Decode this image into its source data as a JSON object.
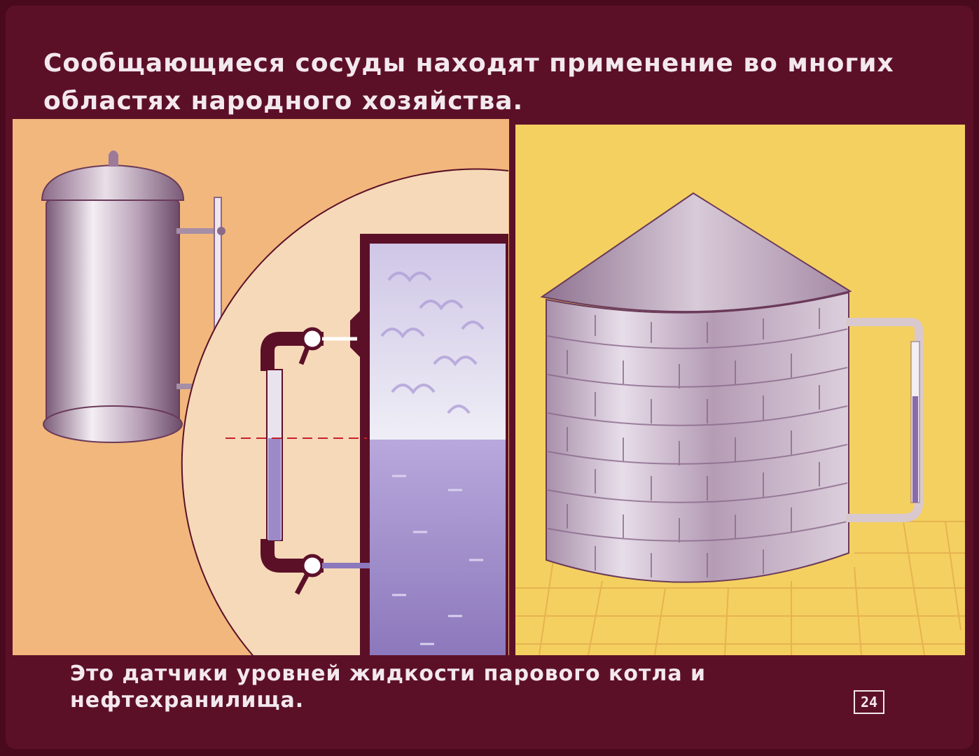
{
  "slide": {
    "title": "Сообщающиеся сосуды находят применение во многих областях народного хозяйства.",
    "caption": "Это датчики уровней жидкости парового котла и нефтехранилища.",
    "page_number": "24"
  },
  "illustrations": {
    "left": "steam-boiler-level-gauge",
    "right": "oil-tank-level-gauge"
  },
  "colors": {
    "frame": "#5c1028",
    "left_panel": "#f1b77c",
    "right_panel": "#f4d060",
    "water": "#9c8ac8",
    "metal": "#b9a0b6"
  }
}
